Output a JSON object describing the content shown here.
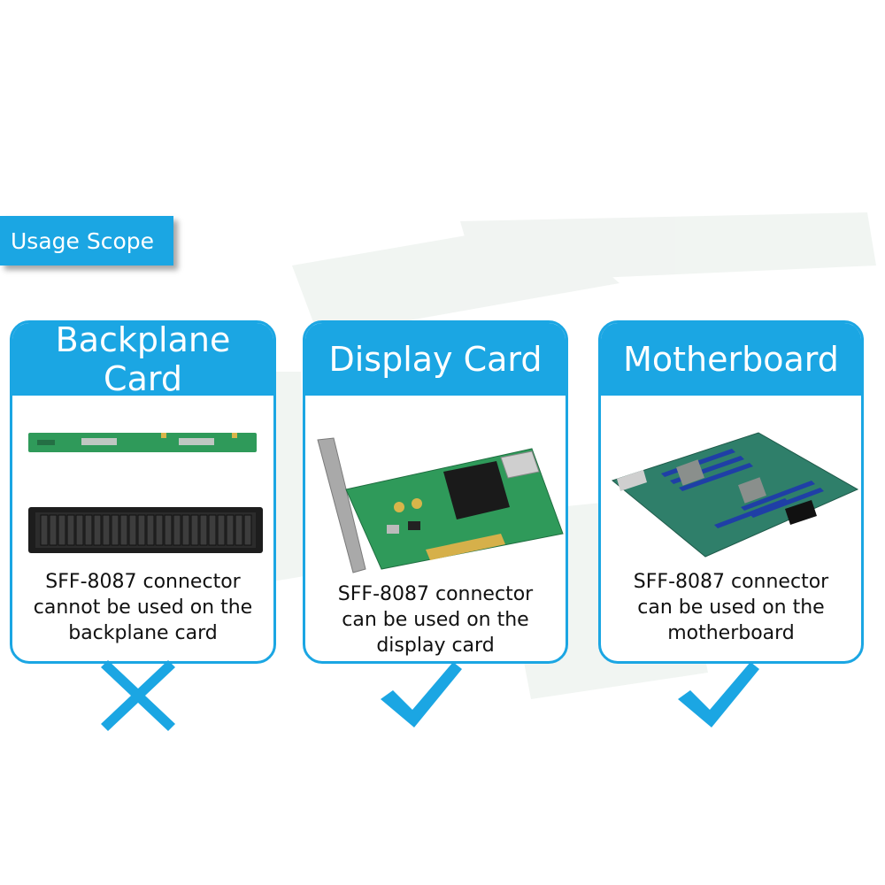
{
  "tag": {
    "label": "Usage Scope"
  },
  "cards": [
    {
      "title": "Backplane\nCard",
      "description": "SFF-8087 connector\ncannot be used on the\nbackplane card",
      "result_icon": "cross-icon"
    },
    {
      "title": "Display Card",
      "description": "SFF-8087 connector\ncan be used on the\ndisplay card",
      "result_icon": "check-icon"
    },
    {
      "title": "Motherboard",
      "description": "SFF-8087 connector\ncan be used on the\nmotherboard",
      "result_icon": "check-icon"
    }
  ],
  "colors": {
    "accent": "#1ba6e3",
    "board_green": "#2f9a5a"
  }
}
